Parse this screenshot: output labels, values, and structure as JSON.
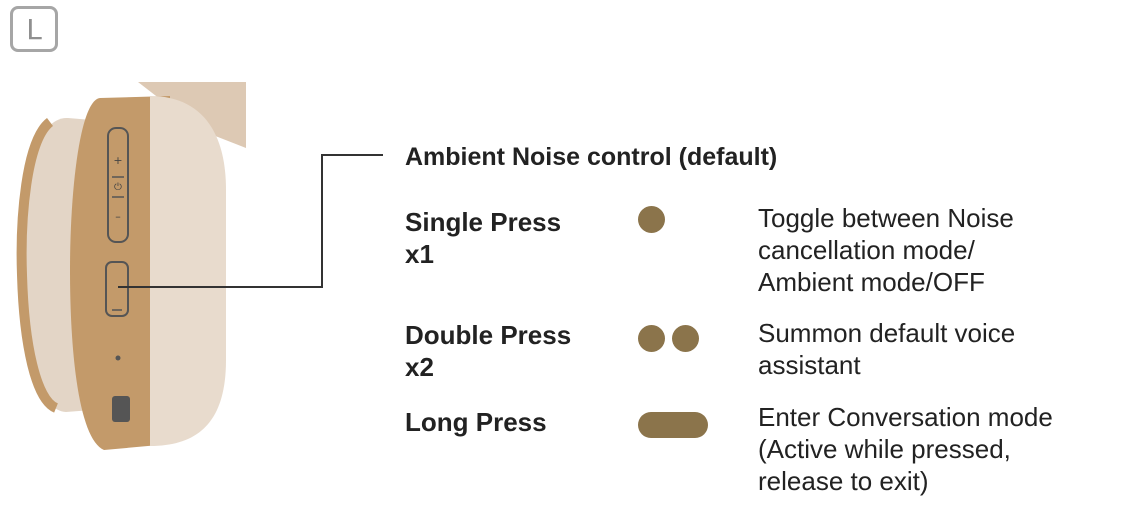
{
  "side": {
    "label": "L"
  },
  "heading": "Ambient Noise control (default)",
  "controls": [
    {
      "press": "Single Press",
      "count": "x1",
      "description": [
        "Toggle between Noise",
        "cancellation mode/",
        "Ambient mode/OFF"
      ]
    },
    {
      "press": "Double Press",
      "count": "x2",
      "description": [
        "Summon default voice",
        "assistant"
      ]
    },
    {
      "press": "Long Press",
      "count": "",
      "description": [
        "Enter Conversation mode",
        "(Active while pressed,",
        "release to exit)"
      ]
    }
  ],
  "colors": {
    "indicator": "#8b744b",
    "earcup_shell": "#c39a6a",
    "cushion": "#e3d5c6",
    "band": "#ddc9b4",
    "outline": "#444444",
    "badge_border": "#a6a6a6"
  },
  "icons": {
    "side_badge": "side-badge-icon",
    "earcup": "headphone-earcup-illustration",
    "single_press": "single-dot-icon",
    "double_press": "double-dot-icon",
    "long_press": "long-pill-icon"
  }
}
